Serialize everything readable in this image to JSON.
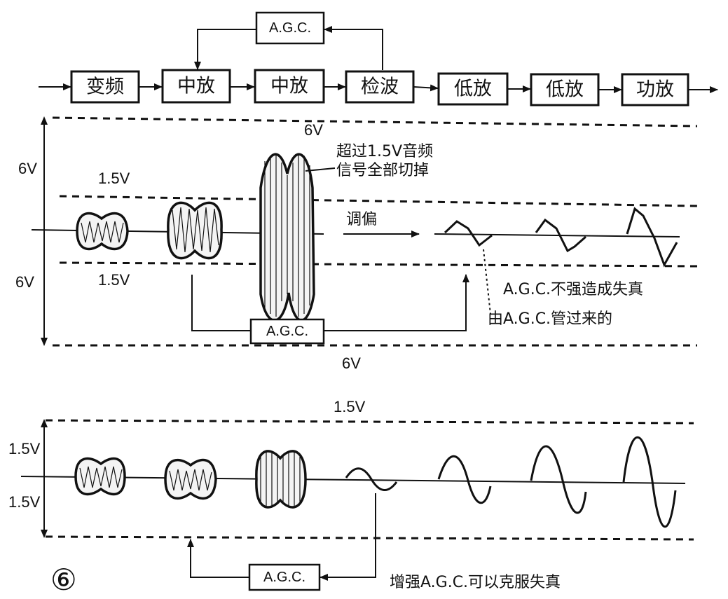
{
  "blocks": {
    "mixer": "变频",
    "if_amp_1": "中放",
    "if_amp_2": "中放",
    "detector": "检波",
    "af_amp_1": "低放",
    "af_amp_2": "低放",
    "power_amp": "功放"
  },
  "agc_label": "A.G.C.",
  "top_section": {
    "limit_label": "6V",
    "range_upper": "6V",
    "range_lower": "6V",
    "threshold_upper": "1.5V",
    "threshold_lower": "1.5V",
    "clip_note_line1": "超过1.5V音频",
    "clip_note_line2": "信号全部切掉",
    "arrow_label": "调偏",
    "distortion_note": "A.G.C.不强造成失真",
    "distortion_source": "由A.G.C.管过来的"
  },
  "bottom_section": {
    "limit_label": "1.5V",
    "range_upper": "1.5V",
    "range_lower": "1.5V",
    "caption": "增强A.G.C.可以克服失真"
  },
  "figure_number": "⑥"
}
